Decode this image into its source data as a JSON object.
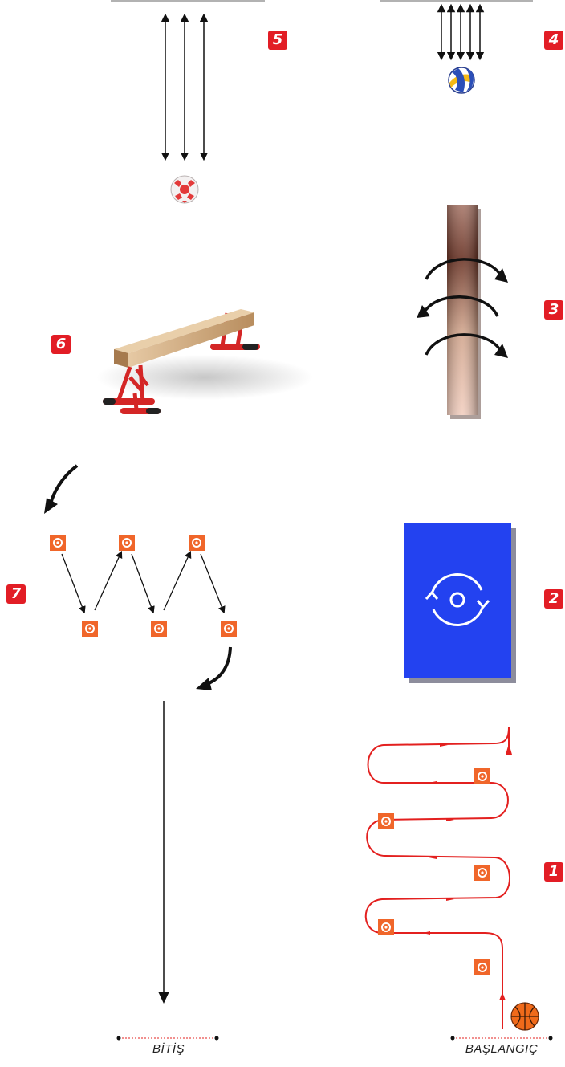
{
  "stations": [
    {
      "number": "1"
    },
    {
      "number": "2"
    },
    {
      "number": "3"
    },
    {
      "number": "4"
    },
    {
      "number": "5"
    },
    {
      "number": "6"
    },
    {
      "number": "7"
    }
  ],
  "labels": {
    "start": "BAŞLANGIÇ",
    "finish": "BİTİŞ"
  },
  "colors": {
    "badge": "#e21d25",
    "cone": "#f0662a",
    "path_red": "#e3201f",
    "mat_blue": "#2342f0",
    "beam_wood": "#c9a47a",
    "beam_legs": "#d42626"
  }
}
